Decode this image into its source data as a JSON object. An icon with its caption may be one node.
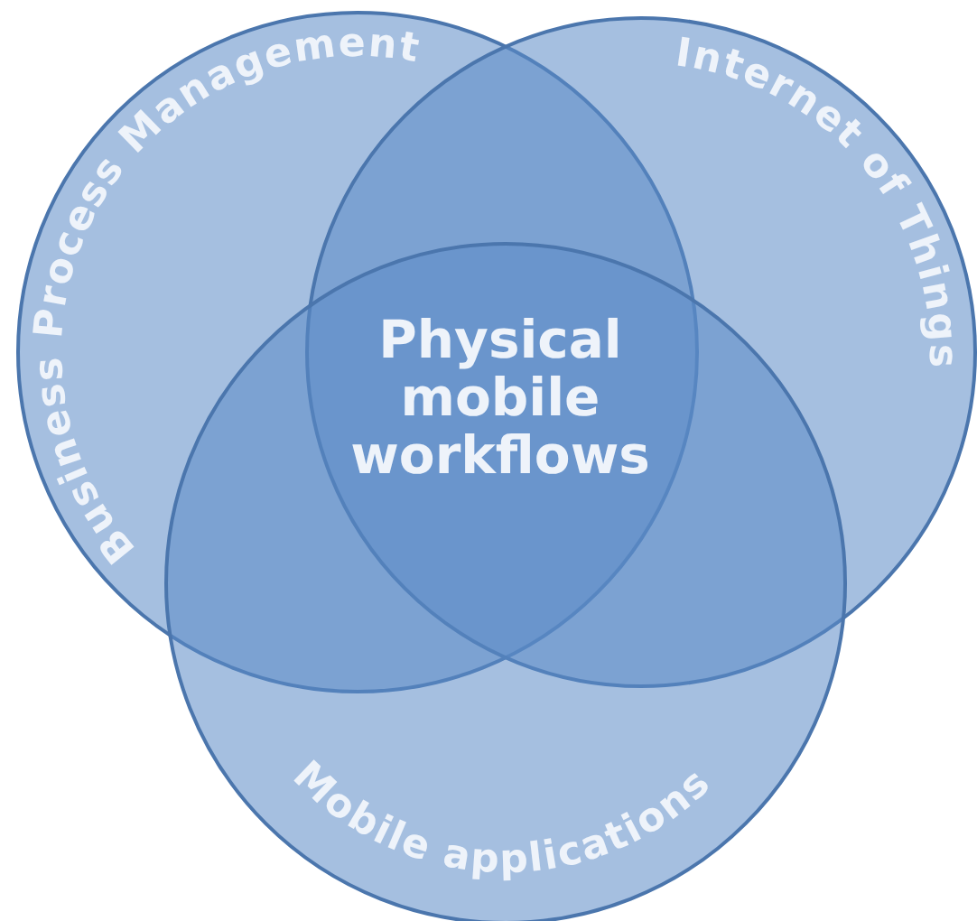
{
  "diagram": {
    "nodes": [
      {
        "text": [
          "Business Process Management"
        ]
      },
      {
        "text": [
          "Internet of Things"
        ]
      },
      {
        "text": [
          "Mobile applications"
        ]
      }
    ],
    "labels": [
      "Physical mobile workflows"
    ]
  }
}
